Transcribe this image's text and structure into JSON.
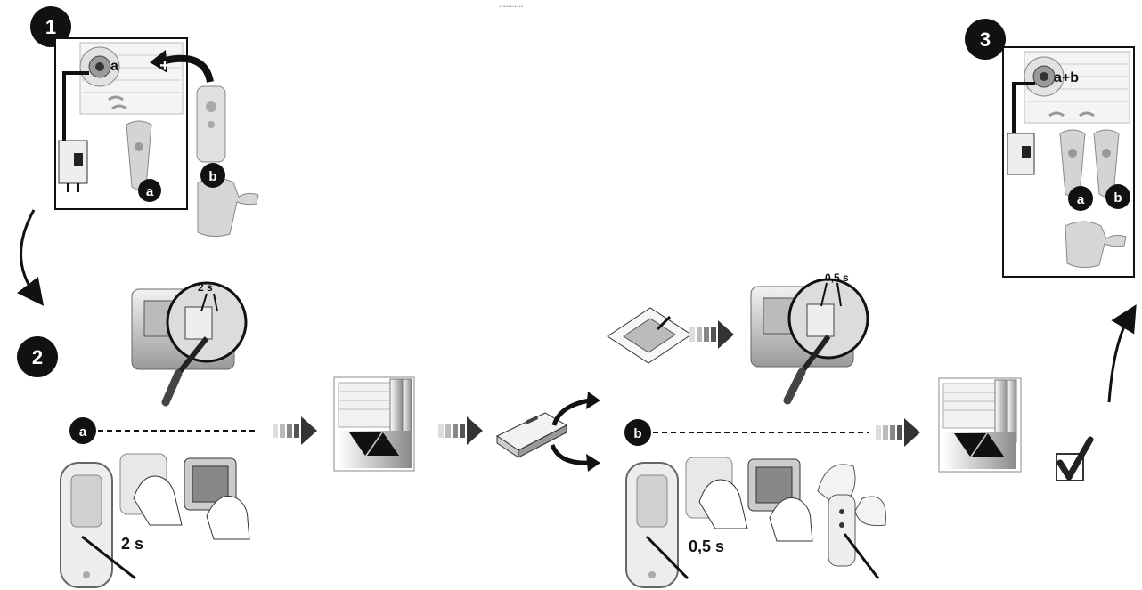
{
  "steps": {
    "step1": "1",
    "step2": "2",
    "step3": "3"
  },
  "step1": {
    "motor_label": "a",
    "remote_a_badge": "a",
    "remote_b_badge": "b"
  },
  "step2": {
    "press_time_a": "2 s",
    "press_time_b": "0,5 s",
    "branch_a_badge": "a",
    "branch_b_badge": "b",
    "prog_time_a": "2 s",
    "prog_time_b": "0,5 s"
  },
  "step3": {
    "motor_label": "a+b",
    "remote_a_badge": "a",
    "remote_b_badge": "b"
  },
  "top_fragment": "...........",
  "colors": {
    "ink": "#111111",
    "gray_dark": "#6a6a6a",
    "gray_mid": "#a8a8a8",
    "gray_light": "#d9d9d9"
  }
}
